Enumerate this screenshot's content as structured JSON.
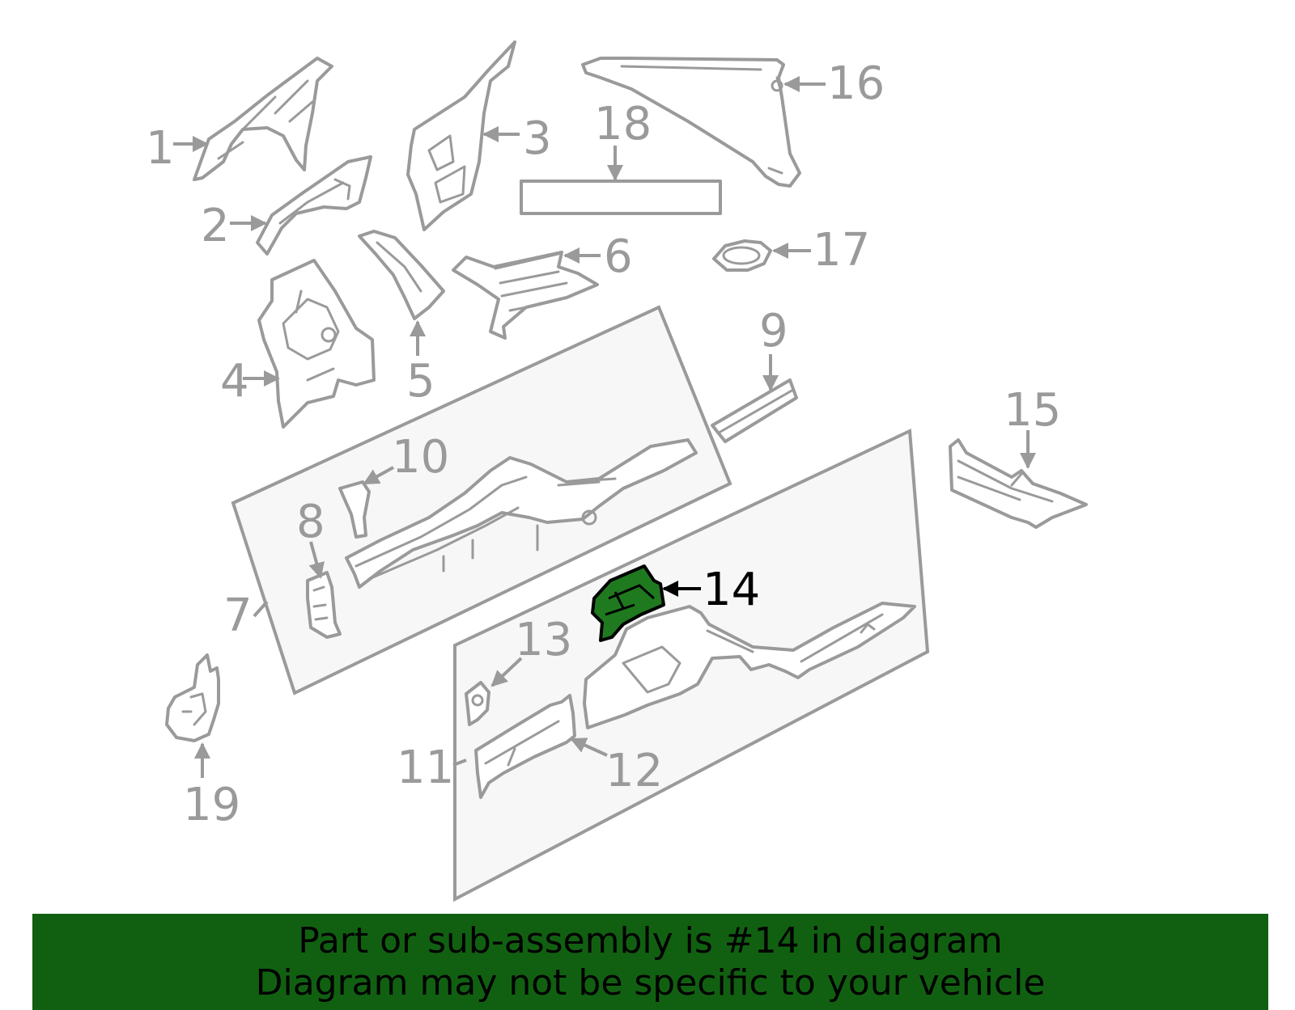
{
  "diagram": {
    "callouts": {
      "c1": "1",
      "c2": "2",
      "c3": "3",
      "c4": "4",
      "c5": "5",
      "c6": "6",
      "c7": "7",
      "c8": "8",
      "c9": "9",
      "c10": "10",
      "c11": "11",
      "c12": "12",
      "c13": "13",
      "c14": "14",
      "c15": "15",
      "c16": "16",
      "c17": "17",
      "c18": "18",
      "c19": "19"
    },
    "highlighted_part": "14",
    "colors": {
      "highlight": "#1f7a1f",
      "banner": "#116011",
      "line": "#9a9a9a"
    }
  },
  "banner": {
    "line1": "Part or sub-assembly is #14 in diagram",
    "line2": "Diagram may not be specific to your vehicle"
  }
}
